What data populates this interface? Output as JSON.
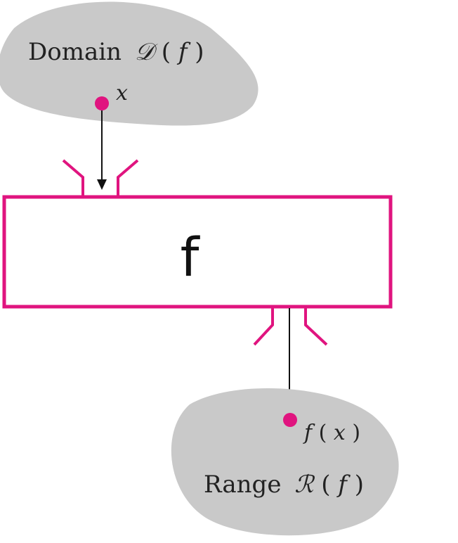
{
  "diagram": {
    "domain_label": "Domain",
    "domain_symbol": "𝒟",
    "domain_open": "(",
    "domain_arg": "f",
    "domain_close": ")",
    "input_label": "x",
    "function_label": "f",
    "output_fn": "f",
    "output_open": "(",
    "output_arg": "x",
    "output_close": ")",
    "range_label": "Range",
    "range_symbol": "ℛ",
    "range_open": "(",
    "range_arg": "f",
    "range_close": ")",
    "colors": {
      "accent": "#e0147f",
      "region_fill": "#c9c9c9",
      "arrow": "#111111"
    }
  }
}
